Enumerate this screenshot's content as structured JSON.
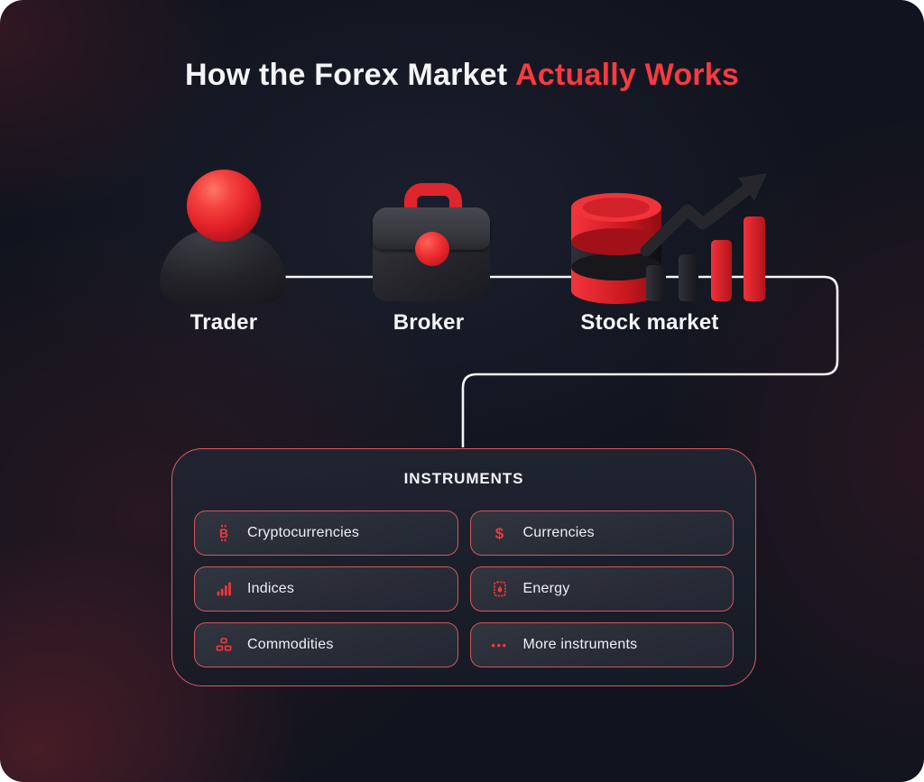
{
  "title": {
    "part_white": "How the Forex Market",
    "part_red": "Actually Works"
  },
  "flow": {
    "nodes": [
      {
        "id": "trader",
        "label": "Trader"
      },
      {
        "id": "broker",
        "label": "Broker"
      },
      {
        "id": "stock-market",
        "label": "Stock market"
      }
    ]
  },
  "instruments": {
    "title": "INSTRUMENTS",
    "items": [
      {
        "label": "Cryptocurrencies",
        "icon": "bitcoin-icon",
        "glyph": "B"
      },
      {
        "label": "Currencies",
        "icon": "dollar-icon",
        "glyph": "$"
      },
      {
        "label": "Indices",
        "icon": "bar-chart-icon"
      },
      {
        "label": "Energy",
        "icon": "fuel-icon"
      },
      {
        "label": "Commodities",
        "icon": "ingots-icon"
      },
      {
        "label": "More instruments",
        "icon": "ellipsis-icon",
        "glyph": "•••"
      }
    ]
  },
  "colors": {
    "accent_red": "#f63b42",
    "icon_red": "#f5353c",
    "background_navy": "#11141e",
    "panel_border_salmon": "#df575e",
    "connector_white": "#f5f6f7"
  }
}
